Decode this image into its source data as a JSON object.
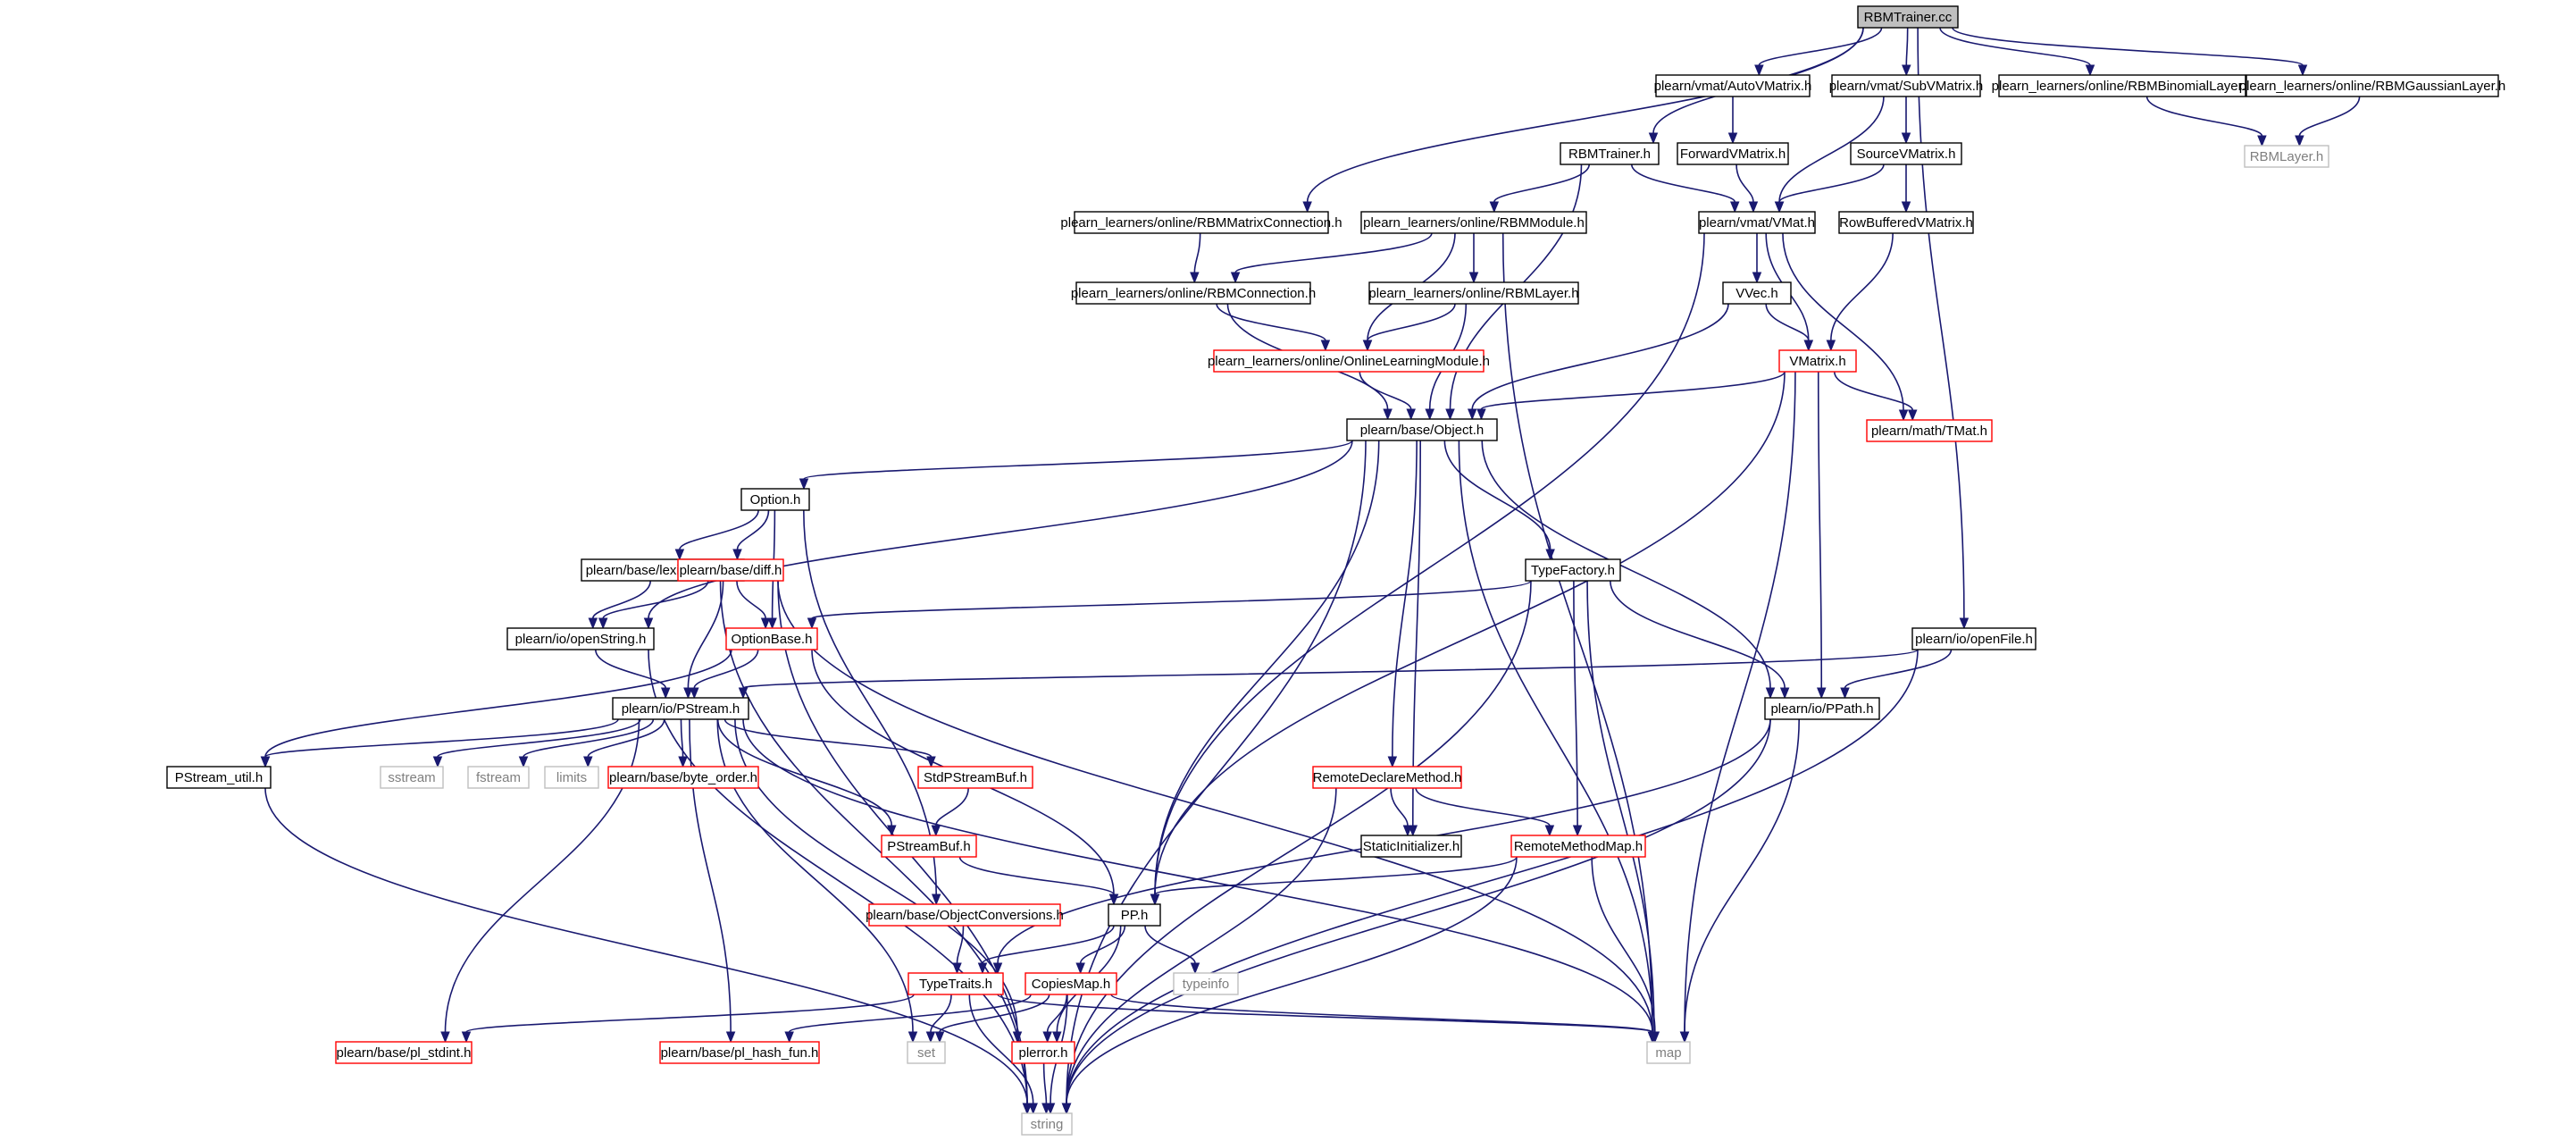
{
  "diagram": {
    "colors": {
      "edge": "#191970",
      "normal_border": "#000000",
      "normal_fill": "#ffffff",
      "root_fill": "#bfbfbf",
      "truncated_border": "#ff0000",
      "system_border": "#bfbfbf",
      "system_text": "#7f7f7f",
      "text": "#000000"
    },
    "nodes": [
      {
        "id": "root",
        "label": "RBMTrainer.cc",
        "style": "root"
      },
      {
        "id": "autovmatrix",
        "label": "plearn/vmat/AutoVMatrix.h",
        "style": "normal"
      },
      {
        "id": "subvmatrix",
        "label": "plearn/vmat/SubVMatrix.h",
        "style": "normal"
      },
      {
        "id": "rbmbinomial",
        "label": "plearn_learners/online/RBMBinomialLayer.h",
        "style": "normal"
      },
      {
        "id": "rbmgaussian",
        "label": "plearn_learners/online/RBMGaussianLayer.h",
        "style": "normal"
      },
      {
        "id": "rbmlayer_sys",
        "label": "RBMLayer.h",
        "style": "system"
      },
      {
        "id": "rbmtrainer_h",
        "label": "RBMTrainer.h",
        "style": "normal"
      },
      {
        "id": "forwardvmatrix",
        "label": "ForwardVMatrix.h",
        "style": "normal"
      },
      {
        "id": "sourcevmatrix",
        "label": "SourceVMatrix.h",
        "style": "normal"
      },
      {
        "id": "rbmmatrixconn",
        "label": "plearn_learners/online/RBMMatrixConnection.h",
        "style": "normal"
      },
      {
        "id": "rbmmodule",
        "label": "plearn_learners/online/RBMModule.h",
        "style": "normal"
      },
      {
        "id": "vmat",
        "label": "plearn/vmat/VMat.h",
        "style": "normal"
      },
      {
        "id": "rowbuffered",
        "label": "RowBufferedVMatrix.h",
        "style": "normal"
      },
      {
        "id": "rbmconnection",
        "label": "plearn_learners/online/RBMConnection.h",
        "style": "normal"
      },
      {
        "id": "rbmlayer",
        "label": "plearn_learners/online/RBMLayer.h",
        "style": "normal"
      },
      {
        "id": "vvec",
        "label": "VVec.h",
        "style": "normal"
      },
      {
        "id": "onlinelearning",
        "label": "plearn_learners/online/OnlineLearningModule.h",
        "style": "truncated"
      },
      {
        "id": "vmatrix",
        "label": "VMatrix.h",
        "style": "truncated"
      },
      {
        "id": "object",
        "label": "plearn/base/Object.h",
        "style": "normal"
      },
      {
        "id": "tmat",
        "label": "plearn/math/TMat.h",
        "style": "truncated"
      },
      {
        "id": "option",
        "label": "Option.h",
        "style": "normal"
      },
      {
        "id": "lexical_cast",
        "label": "plearn/base/lexical_cast.h",
        "style": "normal"
      },
      {
        "id": "diff",
        "label": "plearn/base/diff.h",
        "style": "truncated"
      },
      {
        "id": "typefactory",
        "label": "TypeFactory.h",
        "style": "normal"
      },
      {
        "id": "openstring",
        "label": "plearn/io/openString.h",
        "style": "normal"
      },
      {
        "id": "optionbase",
        "label": "OptionBase.h",
        "style": "truncated"
      },
      {
        "id": "openfile",
        "label": "plearn/io/openFile.h",
        "style": "normal"
      },
      {
        "id": "pstream",
        "label": "plearn/io/PStream.h",
        "style": "normal"
      },
      {
        "id": "ppath",
        "label": "plearn/io/PPath.h",
        "style": "normal"
      },
      {
        "id": "pstream_util",
        "label": "PStream_util.h",
        "style": "normal"
      },
      {
        "id": "sstream",
        "label": "sstream",
        "style": "system"
      },
      {
        "id": "fstream",
        "label": "fstream",
        "style": "system"
      },
      {
        "id": "limits",
        "label": "limits",
        "style": "system"
      },
      {
        "id": "byte_order",
        "label": "plearn/base/byte_order.h",
        "style": "truncated"
      },
      {
        "id": "stdpstreambuf",
        "label": "StdPStreamBuf.h",
        "style": "truncated"
      },
      {
        "id": "remotedeclare",
        "label": "RemoteDeclareMethod.h",
        "style": "truncated"
      },
      {
        "id": "pstreambuf",
        "label": "PStreamBuf.h",
        "style": "truncated"
      },
      {
        "id": "staticinit",
        "label": "StaticInitializer.h",
        "style": "normal"
      },
      {
        "id": "remotemethodmap",
        "label": "RemoteMethodMap.h",
        "style": "truncated"
      },
      {
        "id": "objectconv",
        "label": "plearn/base/ObjectConversions.h",
        "style": "truncated"
      },
      {
        "id": "pp",
        "label": "PP.h",
        "style": "normal"
      },
      {
        "id": "typetraits",
        "label": "TypeTraits.h",
        "style": "truncated"
      },
      {
        "id": "copiesmap",
        "label": "CopiesMap.h",
        "style": "truncated"
      },
      {
        "id": "typeinfo",
        "label": "typeinfo",
        "style": "system"
      },
      {
        "id": "map",
        "label": "map",
        "style": "system"
      },
      {
        "id": "pl_stdint",
        "label": "plearn/base/pl_stdint.h",
        "style": "truncated"
      },
      {
        "id": "pl_hash_fun",
        "label": "plearn/base/pl_hash_fun.h",
        "style": "truncated"
      },
      {
        "id": "set",
        "label": "set",
        "style": "system"
      },
      {
        "id": "plerror",
        "label": "plerror.h",
        "style": "truncated"
      },
      {
        "id": "string",
        "label": "string",
        "style": "system"
      }
    ],
    "edges": [
      [
        "root",
        "autovmatrix"
      ],
      [
        "root",
        "subvmatrix"
      ],
      [
        "root",
        "rbmbinomial"
      ],
      [
        "root",
        "rbmgaussian"
      ],
      [
        "root",
        "rbmtrainer_h"
      ],
      [
        "root",
        "rbmmatrixconn"
      ],
      [
        "root",
        "openfile"
      ],
      [
        "rbmbinomial",
        "rbmlayer_sys"
      ],
      [
        "rbmgaussian",
        "rbmlayer_sys"
      ],
      [
        "autovmatrix",
        "forwardvmatrix"
      ],
      [
        "forwardvmatrix",
        "vmat"
      ],
      [
        "subvmatrix",
        "vmat"
      ],
      [
        "subvmatrix",
        "sourcevmatrix"
      ],
      [
        "sourcevmatrix",
        "vmat"
      ],
      [
        "sourcevmatrix",
        "rowbuffered"
      ],
      [
        "rowbuffered",
        "vmatrix"
      ],
      [
        "rbmtrainer_h",
        "rbmmodule"
      ],
      [
        "rbmtrainer_h",
        "vmat"
      ],
      [
        "rbmtrainer_h",
        "object"
      ],
      [
        "rbmmatrixconn",
        "rbmconnection"
      ],
      [
        "rbmmodule",
        "rbmconnection"
      ],
      [
        "rbmmodule",
        "rbmlayer"
      ],
      [
        "rbmmodule",
        "onlinelearning"
      ],
      [
        "rbmmodule",
        "map"
      ],
      [
        "rbmconnection",
        "onlinelearning"
      ],
      [
        "rbmconnection",
        "object"
      ],
      [
        "rbmlayer",
        "onlinelearning"
      ],
      [
        "rbmlayer",
        "object"
      ],
      [
        "onlinelearning",
        "object"
      ],
      [
        "vmat",
        "vvec"
      ],
      [
        "vmat",
        "vmatrix"
      ],
      [
        "vmat",
        "tmat"
      ],
      [
        "vmat",
        "pp"
      ],
      [
        "vvec",
        "vmatrix"
      ],
      [
        "vvec",
        "object"
      ],
      [
        "vmatrix",
        "object"
      ],
      [
        "vmatrix",
        "tmat"
      ],
      [
        "vmatrix",
        "ppath"
      ],
      [
        "vmatrix",
        "pp"
      ],
      [
        "vmatrix",
        "map"
      ],
      [
        "object",
        "string"
      ],
      [
        "object",
        "openstring"
      ],
      [
        "object",
        "option"
      ],
      [
        "object",
        "typefactory"
      ],
      [
        "object",
        "pp"
      ],
      [
        "object",
        "remotedeclare"
      ],
      [
        "object",
        "staticinit"
      ],
      [
        "object",
        "map"
      ],
      [
        "object",
        "ppath"
      ],
      [
        "option",
        "lexical_cast"
      ],
      [
        "option",
        "diff"
      ],
      [
        "option",
        "optionbase"
      ],
      [
        "option",
        "objectconv"
      ],
      [
        "lexical_cast",
        "openstring"
      ],
      [
        "lexical_cast",
        "string"
      ],
      [
        "diff",
        "openstring"
      ],
      [
        "diff",
        "optionbase"
      ],
      [
        "diff",
        "pstream"
      ],
      [
        "diff",
        "string"
      ],
      [
        "diff",
        "map"
      ],
      [
        "typefactory",
        "optionbase"
      ],
      [
        "typefactory",
        "remotemethodmap"
      ],
      [
        "typefactory",
        "map"
      ],
      [
        "typefactory",
        "ppath"
      ],
      [
        "typefactory",
        "string"
      ],
      [
        "openstring",
        "pstream"
      ],
      [
        "openstring",
        "string"
      ],
      [
        "optionbase",
        "pstream"
      ],
      [
        "optionbase",
        "pstream_util"
      ],
      [
        "optionbase",
        "pp"
      ],
      [
        "openfile",
        "pstream"
      ],
      [
        "openfile",
        "ppath"
      ],
      [
        "openfile",
        "string"
      ],
      [
        "pstream",
        "pstream_util"
      ],
      [
        "pstream",
        "sstream"
      ],
      [
        "pstream",
        "fstream"
      ],
      [
        "pstream",
        "limits"
      ],
      [
        "pstream",
        "byte_order"
      ],
      [
        "pstream",
        "stdpstreambuf"
      ],
      [
        "pstream",
        "pstreambuf"
      ],
      [
        "pstream",
        "pl_stdint"
      ],
      [
        "pstream",
        "pl_hash_fun"
      ],
      [
        "pstream",
        "set"
      ],
      [
        "pstream",
        "plerror"
      ],
      [
        "pstream",
        "map"
      ],
      [
        "ppath",
        "typetraits"
      ],
      [
        "ppath",
        "map"
      ],
      [
        "ppath",
        "string"
      ],
      [
        "pstream_util",
        "string"
      ],
      [
        "stdpstreambuf",
        "pstreambuf"
      ],
      [
        "pstreambuf",
        "pp"
      ],
      [
        "remotedeclare",
        "staticinit"
      ],
      [
        "remotedeclare",
        "remotemethodmap"
      ],
      [
        "remotedeclare",
        "string"
      ],
      [
        "remotemethodmap",
        "pp"
      ],
      [
        "remotemethodmap",
        "map"
      ],
      [
        "remotemethodmap",
        "string"
      ],
      [
        "objectconv",
        "typetraits"
      ],
      [
        "pp",
        "typetraits"
      ],
      [
        "pp",
        "copiesmap"
      ],
      [
        "pp",
        "typeinfo"
      ],
      [
        "pp",
        "plerror"
      ],
      [
        "typetraits",
        "pl_stdint"
      ],
      [
        "typetraits",
        "set"
      ],
      [
        "typetraits",
        "map"
      ],
      [
        "typetraits",
        "string"
      ],
      [
        "copiesmap",
        "pl_hash_fun"
      ],
      [
        "copiesmap",
        "set"
      ],
      [
        "copiesmap",
        "plerror"
      ],
      [
        "copiesmap",
        "map"
      ],
      [
        "copiesmap",
        "string"
      ],
      [
        "plerror",
        "string"
      ]
    ]
  }
}
